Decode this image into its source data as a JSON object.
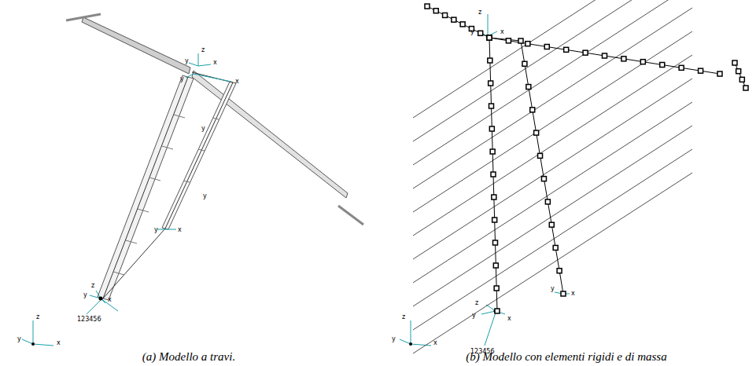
{
  "diagram": {
    "labels": [
      "z",
      "y",
      "x",
      "y",
      "x",
      "y",
      "y",
      "y",
      "x",
      "z",
      "y",
      "x",
      "123456",
      "z",
      "y",
      "x",
      "z",
      "y",
      "x",
      "z",
      "y",
      "x",
      "123456",
      "y",
      "x",
      "z",
      "y",
      "x",
      "(a) Modello a travi.",
      "(b) Modello con elementi rigidi e di massa"
    ]
  }
}
